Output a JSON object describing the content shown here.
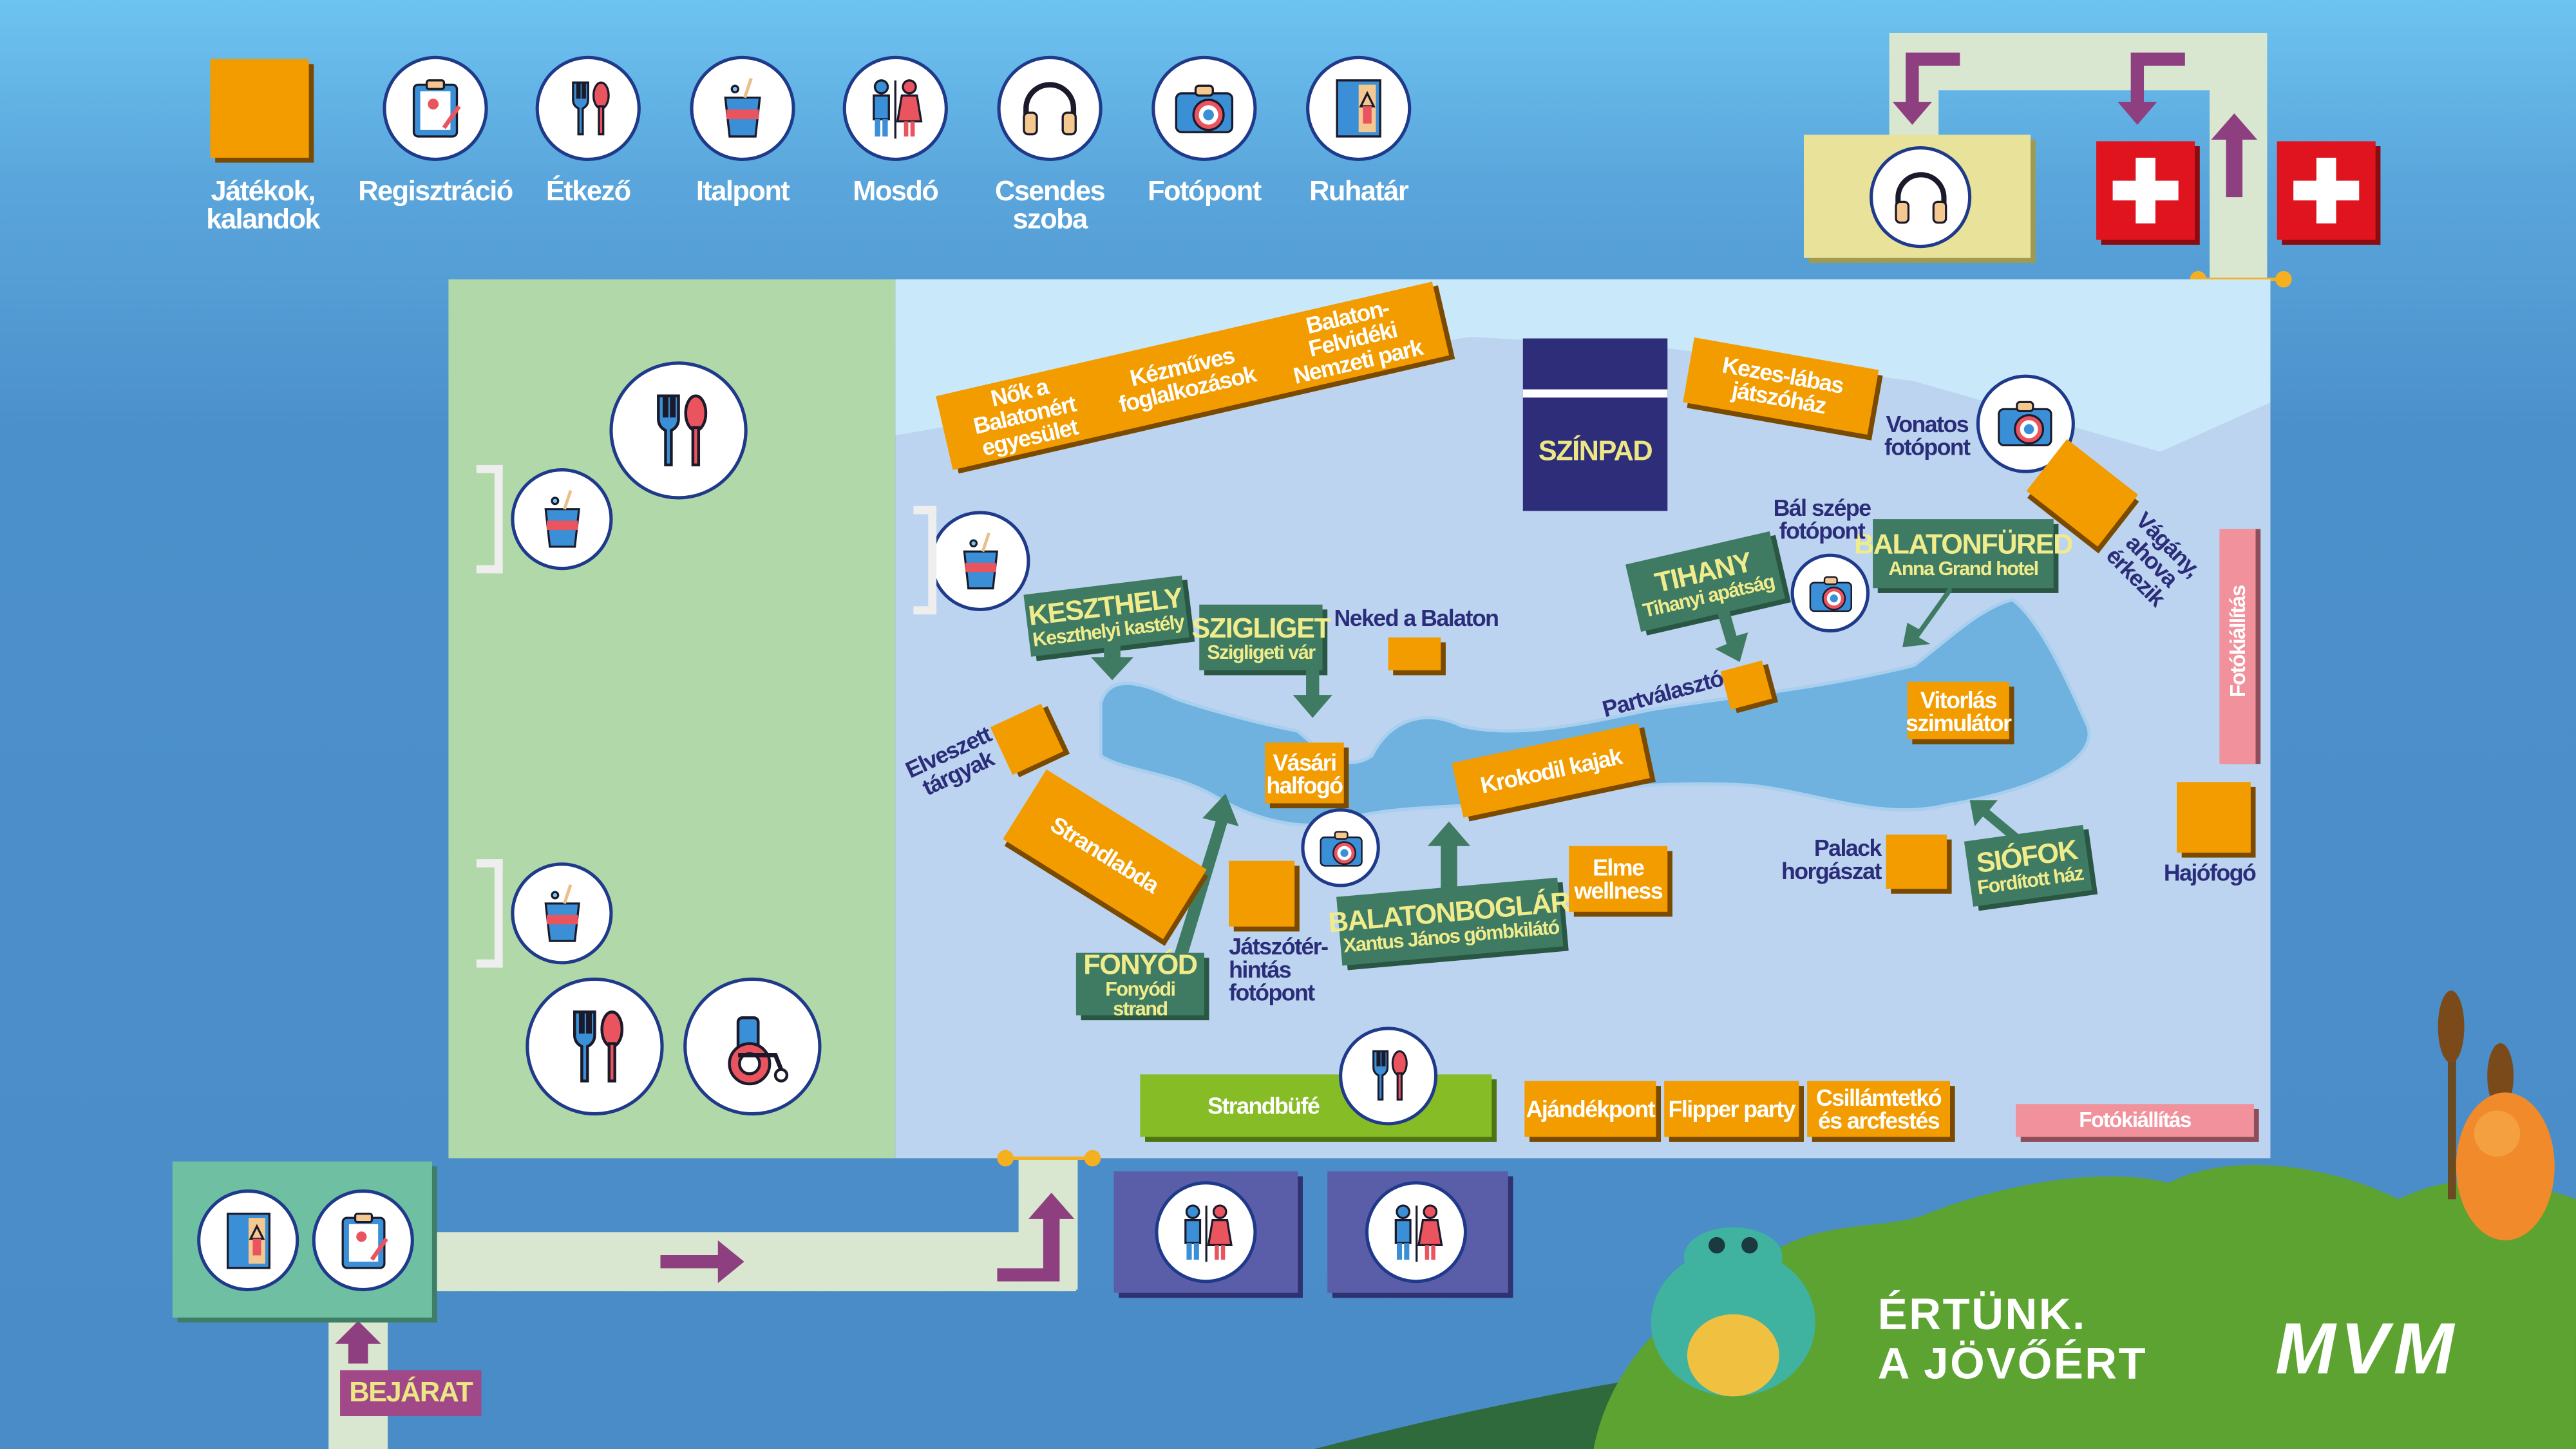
{
  "legend": [
    {
      "label": "Játékok, kalandok",
      "icon": "orange-square"
    },
    {
      "label": "Regisztráció",
      "icon": "clipboard"
    },
    {
      "label": "Étkező",
      "icon": "fork-knife"
    },
    {
      "label": "Italpont",
      "icon": "drink"
    },
    {
      "label": "Mosdó",
      "icon": "wc"
    },
    {
      "label": "Csendes szoba",
      "icon": "headphones"
    },
    {
      "label": "Fotópont",
      "icon": "camera"
    },
    {
      "label": "Ruhatár",
      "icon": "wardrobe"
    }
  ],
  "stage": "SZÍNPAD",
  "orange": {
    "banner": [
      "Nők a Balatonért egyesület",
      "Kézműves foglalkozások",
      "Balaton-Felvidéki Nemzeti park"
    ],
    "kezes": "Kezes-lábas játszóház",
    "vitorlas": "Vitorlás szimulátor",
    "vasari": "Vásári halfogó",
    "krokodil": "Krokodil kajak",
    "strandlabda": "Strandlabda",
    "elme": "Elme wellness",
    "ajandek": "Ajándékpont",
    "flipper": "Flipper party",
    "csillam": "Csillámtetkó és arcfestés"
  },
  "green": {
    "keszthely": {
      "name": "KESZTHELY",
      "sub": "Keszthelyi kastély"
    },
    "szigliget": {
      "name": "SZIGLIGET",
      "sub": "Szigligeti vár"
    },
    "tihany": {
      "name": "TIHANY",
      "sub": "Tihanyi apátság"
    },
    "balatonfured": {
      "name": "BALATONFÜRED",
      "sub": "Anna Grand hotel"
    },
    "fonyod": {
      "name": "FONYÓD",
      "sub": "Fonyódi strand"
    },
    "balatonboglar": {
      "name": "BALATONBOGLÁR",
      "sub": "Xantus János gömbkilátó"
    },
    "siofok": {
      "name": "SIÓFOK",
      "sub": "Fordított ház"
    }
  },
  "labels": {
    "neked": "Neked a Balaton",
    "elveszett": "Elveszett tárgyak",
    "partvalaszto": "Partválasztó",
    "vonatos": "Vonatos fotópont",
    "balszepe": "Bál szépe fotópont",
    "vagany": "Vágány, ahova érkezik",
    "palack": "Palack horgászat",
    "hajofogo": "Hajófogó",
    "jatszoter": "Játszótér- hintás fotópont"
  },
  "strandbufe": "Strandbüfé",
  "fotokiallitas_v": "Fotókiállítás",
  "fotokiallitas_h": "Fotókiállítás",
  "entrance": "BEJÁRAT",
  "slogan": [
    "ÉRTÜNK.",
    "A JÖVŐÉRT"
  ],
  "brand": "MVM",
  "colors": {
    "orange": "#f39c00",
    "green": "#3f7a62",
    "navy": "#2e2d7a",
    "purple": "#8e3f7f",
    "lawn": "#b1d8a8",
    "map": "#bcd4ef",
    "lake": "#6fb1df"
  }
}
